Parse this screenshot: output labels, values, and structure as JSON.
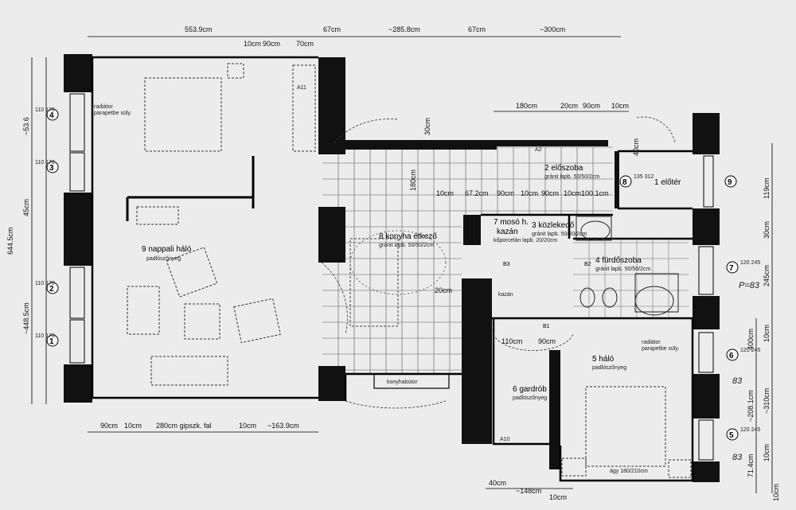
{
  "rooms": {
    "nappali": {
      "name": "9 nappali háló",
      "floor": "padlószőnyeg"
    },
    "konyha": {
      "name": "8 konyha étkező",
      "floor": "gránit lapb. 50/50/2cm"
    },
    "eloszoba": {
      "name": "2 előszoba",
      "floor": "gránit lapb. 50/50/2cm"
    },
    "eloter": {
      "name": "1 előtér"
    },
    "moso": {
      "name": "7 mosó h.",
      "sub": "kazán",
      "floor": "kőporcelán lapb. 20/20cm"
    },
    "kozlekedo": {
      "name": "3 közlekedő",
      "floor": "gránit lapb. 50/50/2cm"
    },
    "furdo": {
      "name": "4 fürdőszoba",
      "floor": "gránit lapb. 50/50/2cm"
    },
    "halo": {
      "name": "5 háló",
      "floor": "padlószőnyeg"
    },
    "gardrob": {
      "name": "6 gardrób",
      "floor": "padlószőnyeg"
    }
  },
  "labels": {
    "konyhabutor": "konyhabútor",
    "kazan": "kazán",
    "a10": "A10",
    "a11": "A11",
    "a2": "A2",
    "bed": "ágy 180/210cm",
    "b1": "B1",
    "b2": "B2",
    "b3": "B3",
    "radiator": "radiátor",
    "parapet": "parapetbe süly."
  },
  "windows": [
    "1",
    "2",
    "3",
    "4",
    "5",
    "6",
    "7",
    "8",
    "9"
  ],
  "window_dims": {
    "w1": "110 170",
    "w2": "110 170",
    "w3": "110 170",
    "w4": "110 170",
    "w5": "120 245",
    "w6": "120 245",
    "w7": "120 245",
    "w8": "135 312"
  },
  "handwritten": {
    "h1": "P=83",
    "h2": "83",
    "h3": "83"
  },
  "dimensions_top": [
    "553.9cm",
    "10cm",
    "90cm",
    "70cm",
    "67cm",
    "~285.8cm",
    "67cm",
    "~300cm"
  ],
  "dimensions_top2": [
    "180cm",
    "20cm",
    "90cm",
    "10cm"
  ],
  "dimensions_bottom": [
    "90cm",
    "10cm",
    "280cm gipszk. fal",
    "10cm",
    "~163.9cm"
  ],
  "dimensions_bottom2": [
    "40cm",
    "~148cm",
    "10cm"
  ],
  "dimensions_left": [
    "~53.6",
    "45cm",
    "~448.5cm",
    "644.5cm"
  ],
  "dimensions_right": [
    "119cm",
    "30cm",
    "245cm",
    "400cm",
    "10cm",
    "~208.1cm",
    "~310cm",
    "71.4cm",
    "10cm",
    "10cm"
  ],
  "inner_dims": [
    "10cm",
    "67.2cm",
    "90cm",
    "10cm",
    "90cm",
    "10cm",
    "100.1cm",
    "30cm",
    "180cm",
    "110cm",
    "90cm",
    "20cm",
    "40cm"
  ]
}
